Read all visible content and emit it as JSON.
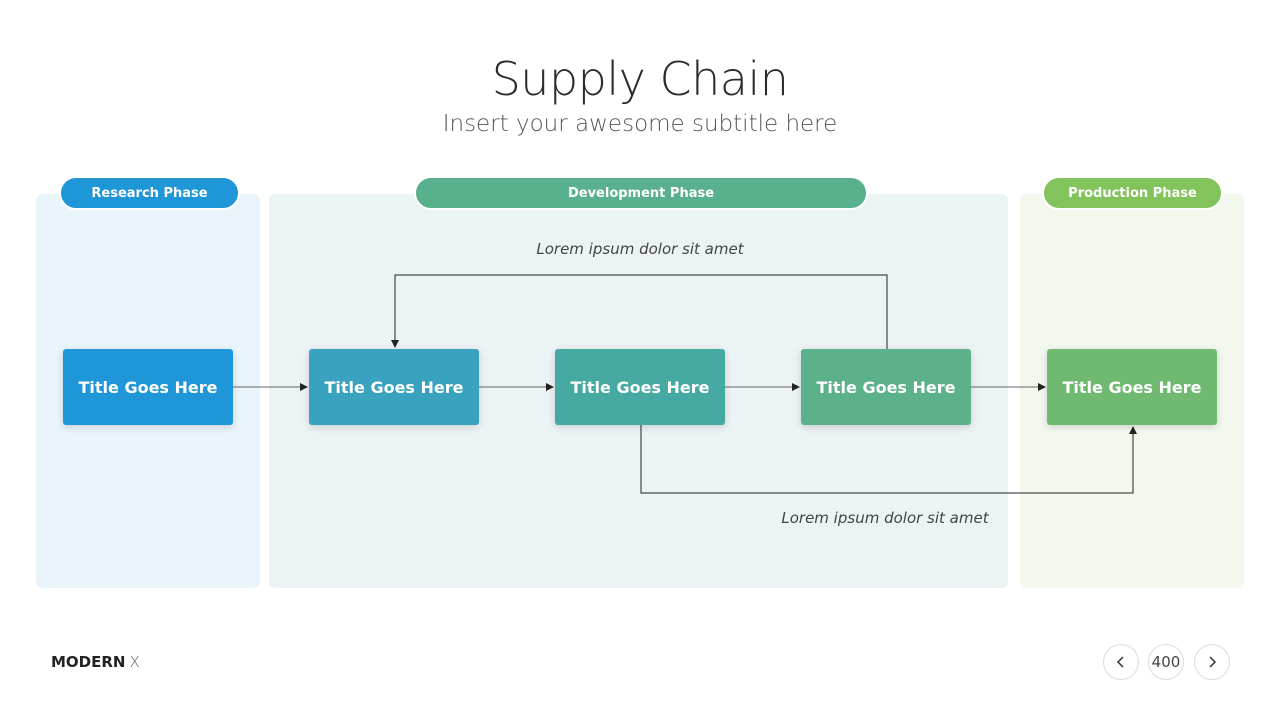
{
  "header": {
    "title": "Supply Chain",
    "subtitle": "Insert your awesome subtitle here"
  },
  "phases": [
    {
      "label": "Research Phase",
      "color": "#1e96d8"
    },
    {
      "label": "Development  Phase",
      "color": "#58b08c"
    },
    {
      "label": "Production Phase",
      "color": "#83c35c"
    }
  ],
  "boxes": [
    {
      "label": "Title  Goes Here",
      "color": "#1e96d8"
    },
    {
      "label": "Title  Goes Here",
      "color": "#38a2bf"
    },
    {
      "label": "Title  Goes Here",
      "color": "#46aaa2"
    },
    {
      "label": "Title  Goes Here",
      "color": "#5bb18a"
    },
    {
      "label": "Title  Goes Here",
      "color": "#6fba70"
    }
  ],
  "notes": {
    "top": "Lorem ipsum dolor sit amet",
    "bottom": "Lorem ipsum dolor sit amet"
  },
  "footer": {
    "brand_bold": "MODERN",
    "brand_light": "X",
    "page_number": "400",
    "prev_icon": "chevron-left-icon",
    "next_icon": "chevron-right-icon"
  }
}
